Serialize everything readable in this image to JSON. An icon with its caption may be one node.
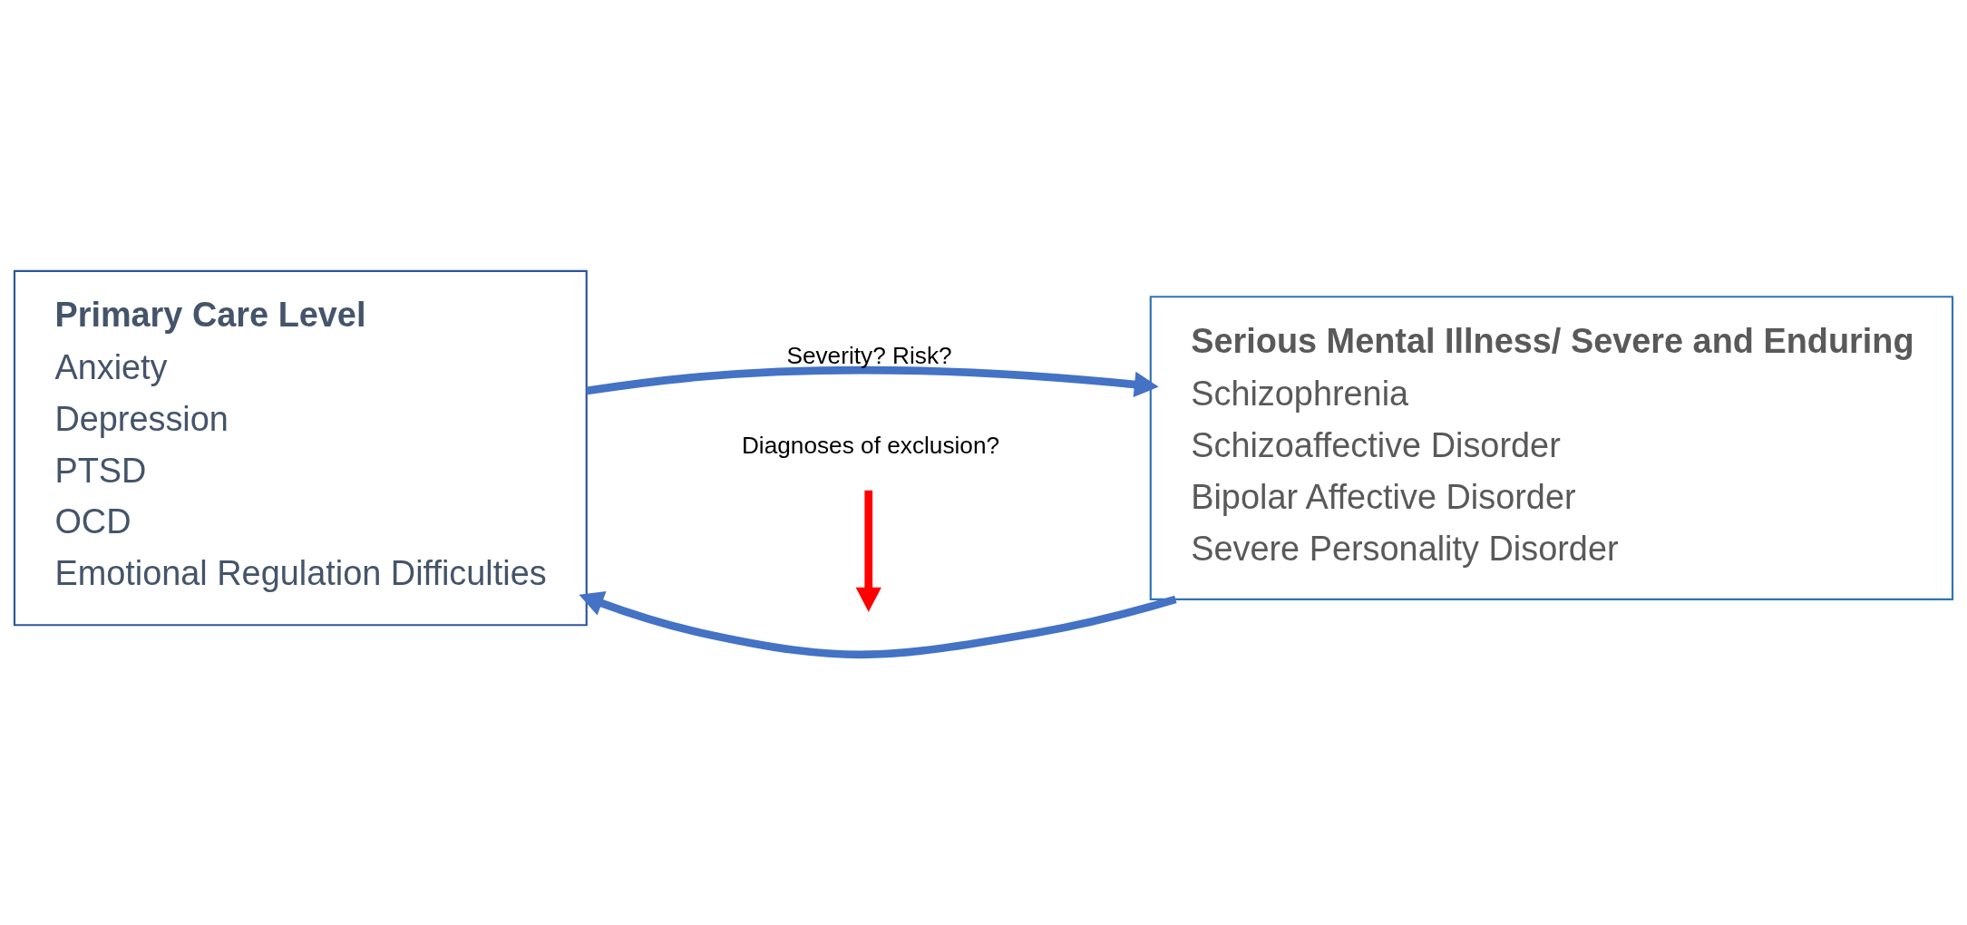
{
  "diagram": {
    "nodes": [
      {
        "text": [
          "Primary Care Level",
          "Anxiety",
          "Depression",
          "PTSD",
          "OCD",
          "Emotional Regulation Difficulties"
        ]
      },
      {
        "text": [
          "Serious Mental Illness/ Severe and Enduring",
          "Schizophrenia",
          "Schizoaffective Disorder",
          "Bipolar Affective Disorder",
          "Severe Personality Disorder"
        ]
      },
      {
        "text": [
          "Diagnoses of exclusion?"
        ]
      }
    ],
    "edges": [
      {
        "from": 0,
        "to": 1,
        "arrow": "to",
        "label": "Severity? Risk?"
      },
      {
        "from": 1,
        "to": 0,
        "arrow": "to"
      },
      {
        "from": 2,
        "to": null,
        "arrow": "to",
        "color": "#ff0000"
      }
    ]
  }
}
